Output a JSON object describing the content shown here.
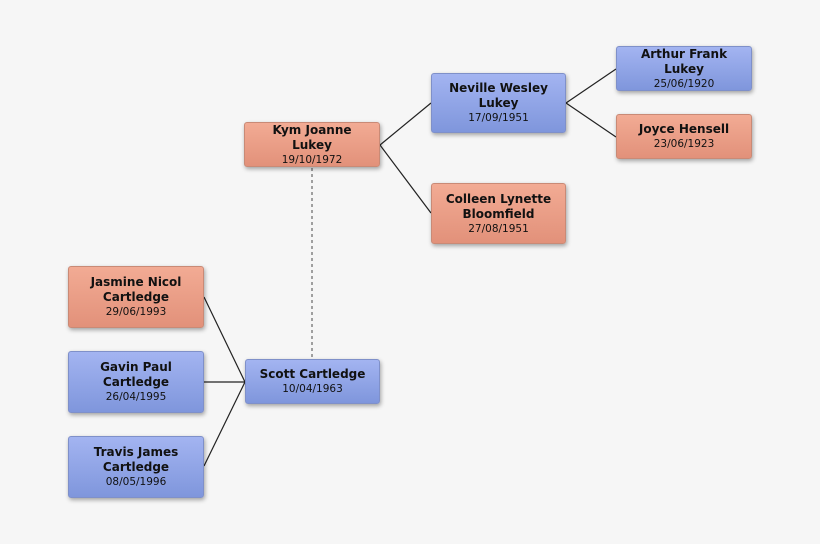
{
  "people": [
    {
      "id": "kym",
      "name": "Kym Joanne Lukey",
      "date": "19/10/1972",
      "sex": "female"
    },
    {
      "id": "neville",
      "name": "Neville Wesley Lukey",
      "date": "17/09/1951",
      "sex": "male"
    },
    {
      "id": "arthur",
      "name": "Arthur Frank Lukey",
      "date": "25/06/1920",
      "sex": "male"
    },
    {
      "id": "joyce",
      "name": "Joyce Hensell",
      "date": "23/06/1923",
      "sex": "female"
    },
    {
      "id": "colleen",
      "name": "Colleen Lynette Bloomfield",
      "date": "27/08/1951",
      "sex": "female"
    },
    {
      "id": "scott",
      "name": "Scott Cartledge",
      "date": "10/04/1963",
      "sex": "male"
    },
    {
      "id": "jasmine",
      "name": "Jasmine Nicol Cartledge",
      "date": "29/06/1993",
      "sex": "female"
    },
    {
      "id": "gavin",
      "name": "Gavin Paul Cartledge",
      "date": "26/04/1995",
      "sex": "male"
    },
    {
      "id": "travis",
      "name": "Travis James Cartledge",
      "date": "08/05/1996",
      "sex": "male"
    }
  ],
  "colors": {
    "male": "#8ea3e6",
    "female": "#eb9d86",
    "line": "#222222",
    "spouse_line": "#666666"
  }
}
